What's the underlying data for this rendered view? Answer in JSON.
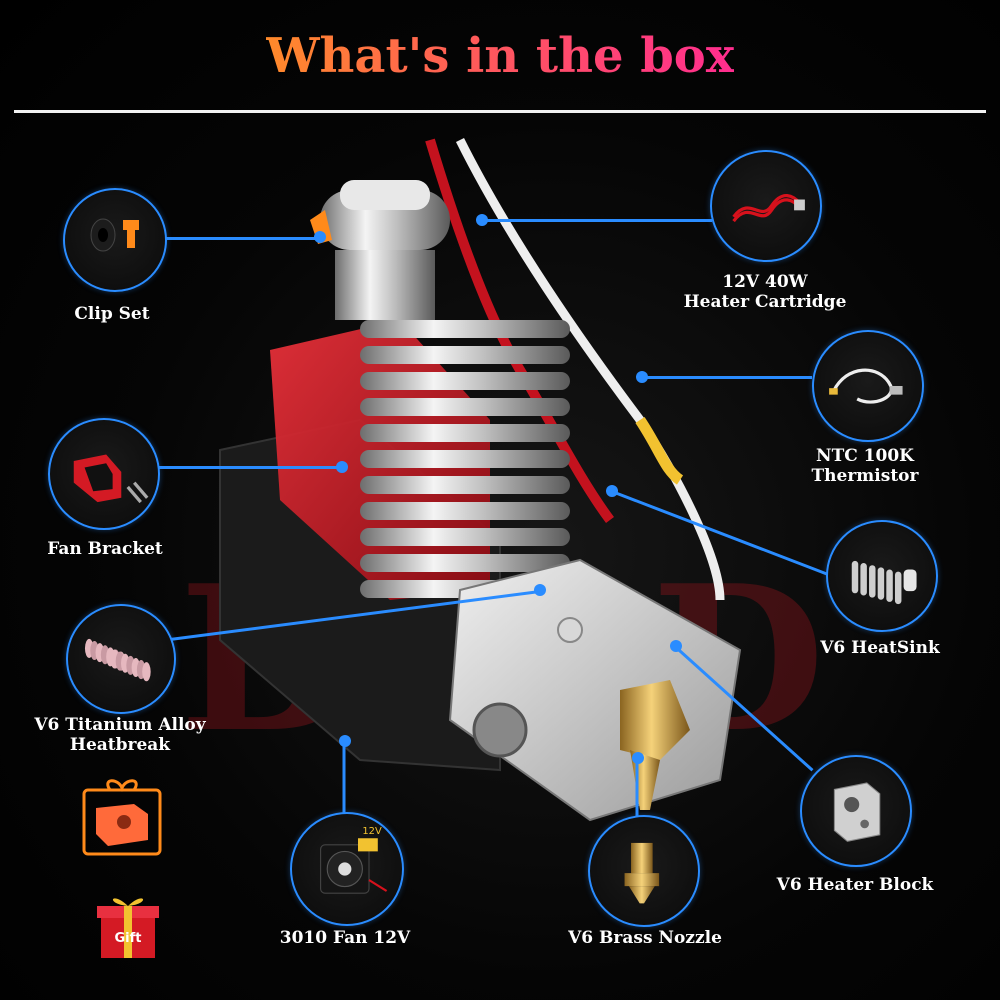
{
  "title": "What's in the box",
  "watermark": "BZ3D",
  "parts": {
    "clip_set": "Clip Set",
    "heater_cartridge_line1": "12V 40W",
    "heater_cartridge_line2": "Heater Cartridge",
    "thermistor_line1": "NTC 100K",
    "thermistor_line2": "Thermistor",
    "fan_bracket": "Fan Bracket",
    "heatsink": "V6 HeatSink",
    "heatbreak_line1": "V6 Titanium Alloy",
    "heatbreak_line2": "Heatbreak",
    "heater_block": "V6 Heater Block",
    "fan": "3010 Fan 12V",
    "brass_nozzle": "V6 Brass Nozzle"
  },
  "gift_label": "Gift",
  "fan_voltage_label": "12V",
  "colors": {
    "title_gradient_start": "#ff8a2a",
    "title_gradient_end": "#ff2d8f",
    "callout_blue": "#2a8cff",
    "accent_red": "#c4121e",
    "watermark": "#96141e"
  },
  "icons": {
    "clip_set": "clip-set-icon",
    "heater_cartridge": "heater-cartridge-icon",
    "thermistor": "thermistor-icon",
    "fan_bracket": "fan-bracket-icon",
    "heatsink": "heatsink-icon",
    "heatbreak": "heatbreak-icon",
    "heater_block": "heater-block-icon",
    "fan": "fan-icon",
    "brass_nozzle": "brass-nozzle-icon",
    "silicone_sock_gift": "silicone-sock-gift-icon",
    "gift_box": "gift-box-icon"
  }
}
